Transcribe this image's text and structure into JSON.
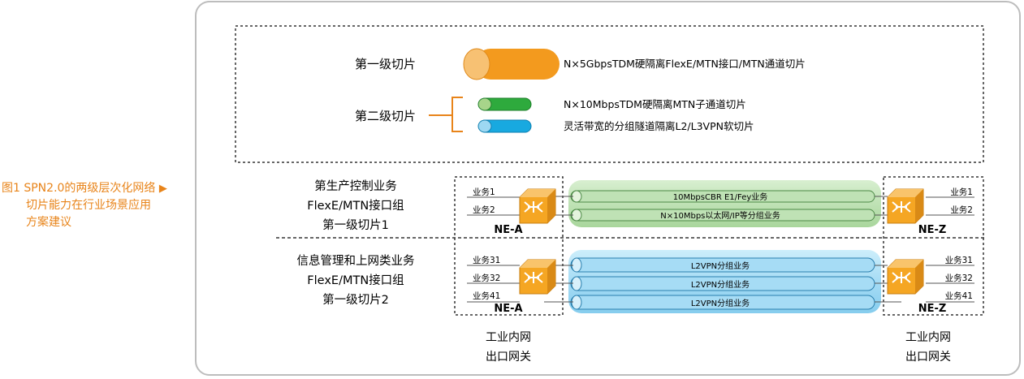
{
  "caption": {
    "line1": "图1  SPN2.0的两级层次化网络",
    "line2": "切片能力在行业场景应用",
    "line3": "方案建议"
  },
  "legend": {
    "level1_label": "第一级切片",
    "level1_desc": "N×5GbpsTDM硬隔离FlexE/MTN接口/MTN通道切片",
    "level2_label": "第二级切片",
    "level2_desc_a": "N×10MbpsTDM硬隔离MTN子通道切片",
    "level2_desc_b": "灵活带宽的分组隧道隔离L2/L3VPN软切片"
  },
  "group1": {
    "title_1": "第生产控制业务",
    "title_2": "FlexE/MTN接口组",
    "title_3": "第一级切片1",
    "left_services": [
      "业务1",
      "业务2"
    ],
    "right_services": [
      "业务1",
      "业务2"
    ],
    "tubes": [
      "10MbpsCBR E1/Fey业务",
      "N×10Mbps以太网/IP等分组业务"
    ],
    "ne_left": "NE-A",
    "ne_right": "NE-Z"
  },
  "group2": {
    "title_1": "信息管理和上网类业务",
    "title_2": "FlexE/MTN接口组",
    "title_3": "第一级切片2",
    "left_services": [
      "业务31",
      "业务32",
      "业务41"
    ],
    "right_services": [
      "业务31",
      "业务32",
      "业务41"
    ],
    "tubes": [
      "L2VPN分组业务",
      "L2VPN分组业务",
      "L2VPN分组业务"
    ],
    "ne_left": "NE-A",
    "ne_right": "NE-Z"
  },
  "gateway": {
    "left_1": "工业内网",
    "left_2": "出口网关",
    "right_1": "工业内网",
    "right_2": "出口网关"
  },
  "colors": {
    "orange": "#f39a1e",
    "orange_light": "#f7c173",
    "green": "#2eaa3d",
    "green_light": "#a7d48a",
    "blue": "#18a9e0",
    "blue_light": "#9dd8f2",
    "pipe_green": "#bfe2b5",
    "pipe_blue": "#a6dcf5",
    "caption": "#e8841a"
  }
}
